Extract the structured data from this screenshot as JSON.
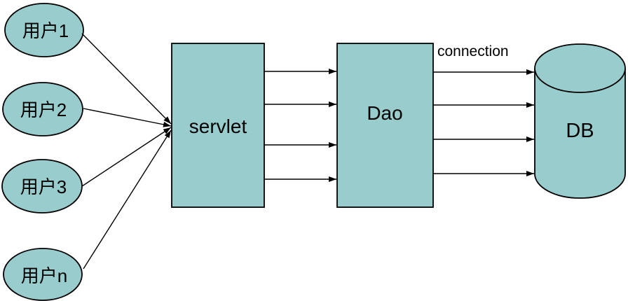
{
  "diagram": {
    "title": "servlet-dao-db-architecture",
    "background_color": "#ffffff",
    "node_fill_color": "#99cccc",
    "node_border_color": "#000000",
    "text_color": "#000000",
    "users": [
      {
        "label": "用户1"
      },
      {
        "label": "用户2"
      },
      {
        "label": "用户3"
      },
      {
        "label": "用户n"
      }
    ],
    "servlet_label": "servlet",
    "dao_label": "Dao",
    "db_label": "DB",
    "connection_label": "connection",
    "edge_counts": {
      "users_to_servlet": 4,
      "servlet_to_dao": 4,
      "dao_to_db": 4
    }
  }
}
